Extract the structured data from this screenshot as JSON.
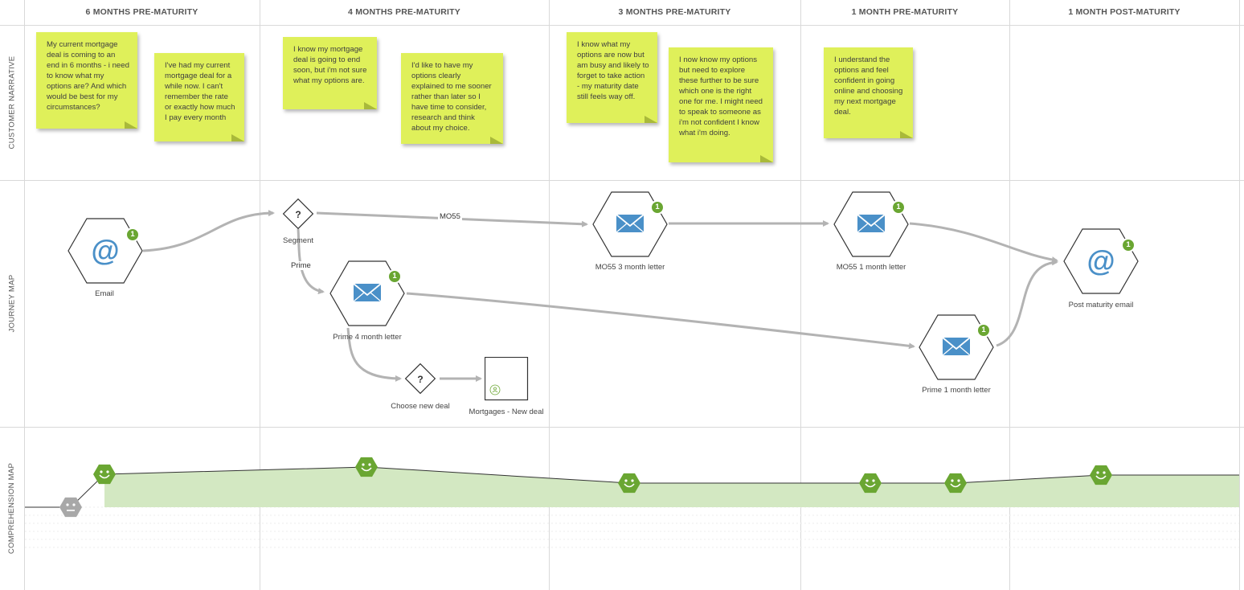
{
  "columns": [
    {
      "title": "6 MONTHS PRE-MATURITY"
    },
    {
      "title": "4 MONTHS PRE-MATURITY"
    },
    {
      "title": "3 MONTHS PRE-MATURITY"
    },
    {
      "title": "1 MONTH PRE-MATURITY"
    },
    {
      "title": "1 MONTH POST-MATURITY"
    }
  ],
  "rows": [
    {
      "label": "CUSTOMER NARRATIVE"
    },
    {
      "label": "JOURNEY MAP"
    },
    {
      "label": "COMPREHENSION MAP"
    }
  ],
  "notes": [
    {
      "text": "My current mortgage deal is coming to an end in 6 months - i need to know what my options are? And which would be best for my circumstances?"
    },
    {
      "text": "I've had my current mortgage deal for a while now. I can't remember the rate or exactly how much I pay every month"
    },
    {
      "text": "I know my mortgage deal is going to end soon, but i'm not sure what my options are."
    },
    {
      "text": "I'd like to have my options clearly explained to me sooner rather than later so I have time to consider, research and think about my choice."
    },
    {
      "text": "I know what my options are now but am busy and likely to forget to take action - my maturity date still feels way off."
    },
    {
      "text": "I now know my options but need to explore these further to be sure which one is the right one for me. I might need to speak to someone as i'm not confident I know what i'm doing."
    },
    {
      "text": "I understand the options and feel confident in going online and choosing my next mortgage deal."
    }
  ],
  "nodes": [
    {
      "label": "Email",
      "icon": "at-icon",
      "badge": "1"
    },
    {
      "label": "Segment",
      "icon": "question-icon"
    },
    {
      "label": "MO55 3 month letter",
      "icon": "envelope-icon",
      "badge": "1"
    },
    {
      "label": "MO55 1 month letter",
      "icon": "envelope-icon",
      "badge": "1"
    },
    {
      "label": "Post maturity email",
      "icon": "at-icon",
      "badge": "1"
    },
    {
      "label": "Prime 4 month letter",
      "icon": "envelope-icon",
      "badge": "1"
    },
    {
      "label": "Prime 1 month letter",
      "icon": "envelope-icon",
      "badge": "1"
    },
    {
      "label": "Choose new deal",
      "icon": "question-icon"
    },
    {
      "label": "Mortgages - New deal",
      "icon": "page-icon"
    }
  ],
  "edge_labels": {
    "mo55": "MO55",
    "prime": "Prime"
  },
  "question_glyph": "?",
  "comprehension": {
    "points": [
      {
        "mood": "neutral"
      },
      {
        "mood": "happy"
      },
      {
        "mood": "happy"
      },
      {
        "mood": "happy"
      },
      {
        "mood": "happy"
      },
      {
        "mood": "happy"
      },
      {
        "mood": "happy"
      }
    ]
  },
  "colors": {
    "note": "#dff05a",
    "badge": "#6aa632",
    "envelope": "#4a90c8",
    "edge": "#b3b3b3",
    "happy": "#6aa632",
    "neutral": "#a8a8a8",
    "area": "#d3e8c2"
  }
}
